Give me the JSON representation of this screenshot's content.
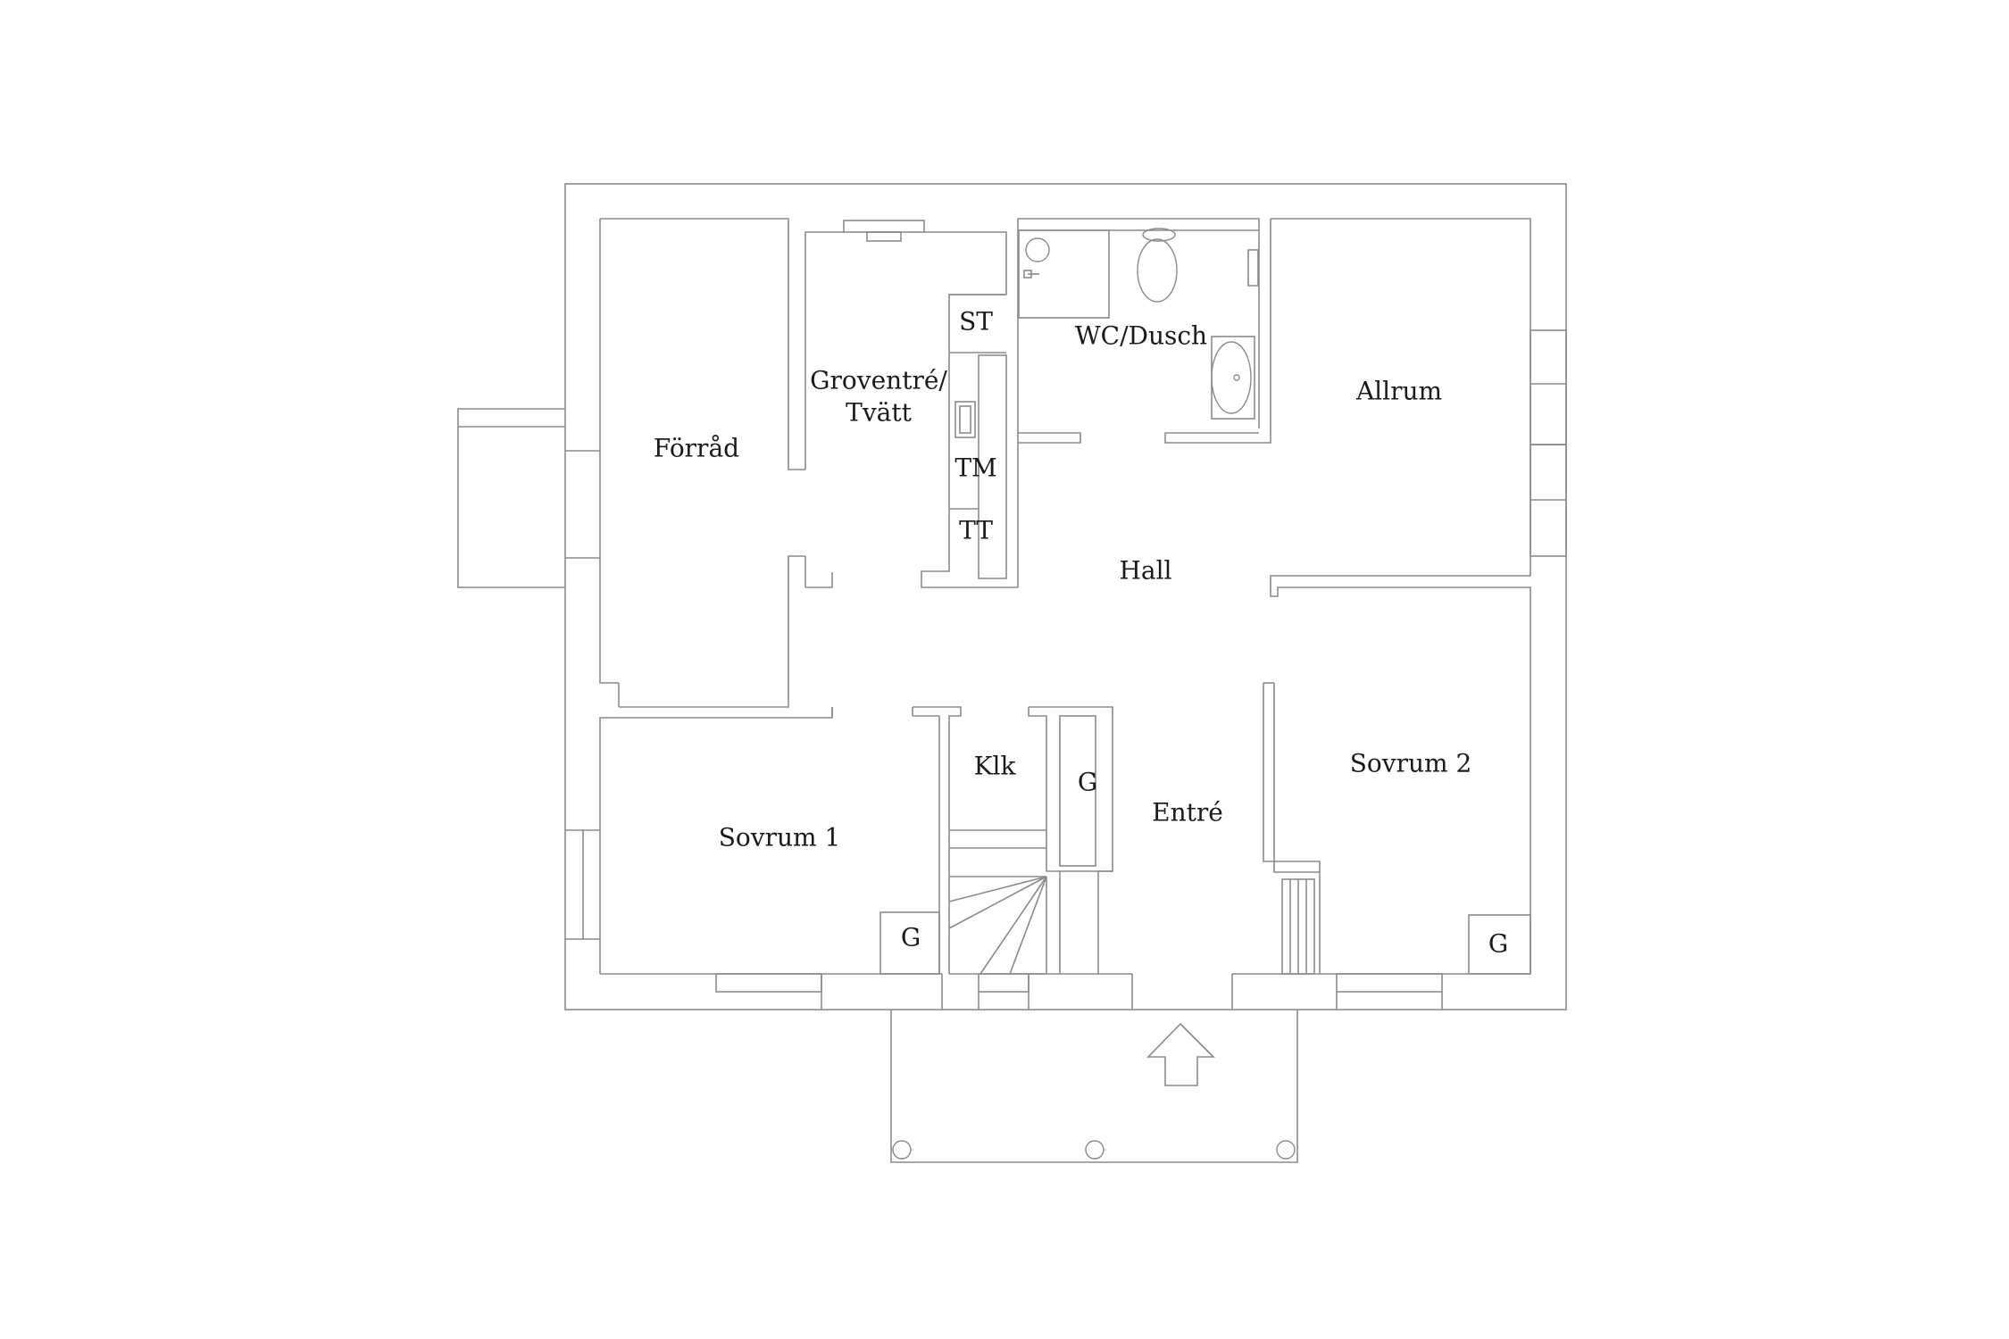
{
  "rooms": {
    "forrad": "Förråd",
    "groventre_line1": "Groventré/",
    "groventre_line2": "Tvätt",
    "wc": "WC/Dusch",
    "allrum": "Allrum",
    "hall": "Hall",
    "klk": "Klk",
    "entre": "Entré",
    "sovrum1": "Sovrum 1",
    "sovrum2": "Sovrum 2"
  },
  "fixtures": {
    "st": "ST",
    "tm": "TM",
    "tt": "TT",
    "closet": "G"
  },
  "icons": {
    "entrance": "arrow-up-icon"
  },
  "colors": {
    "line": "#8a8a8a",
    "text": "#1a1a1a",
    "background": "#ffffff"
  }
}
